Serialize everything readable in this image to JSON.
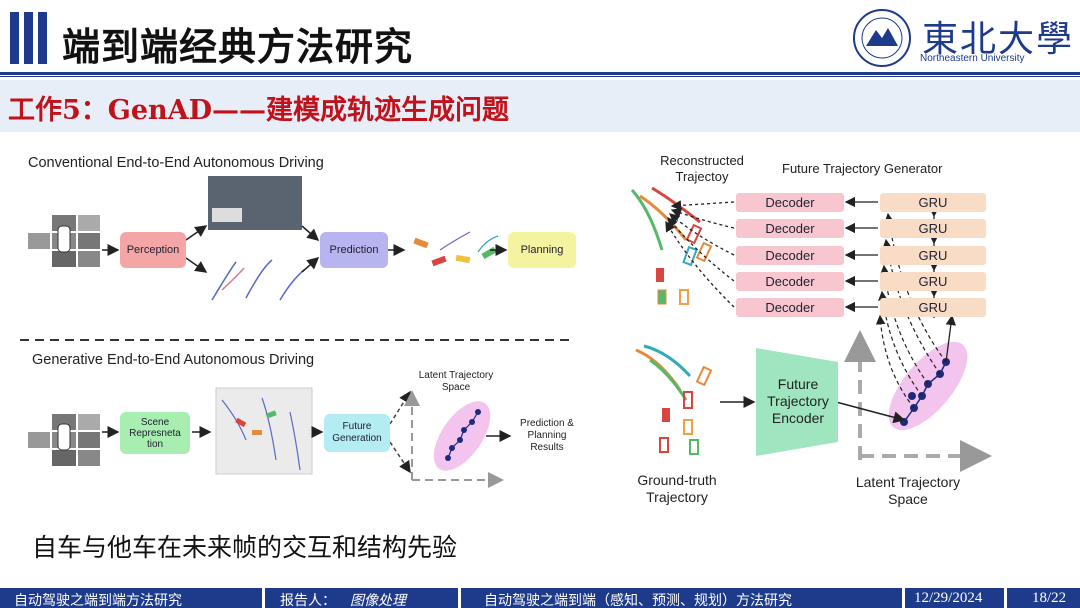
{
  "header": {
    "title": "端到端经典方法研究",
    "university_cn": "東北大學",
    "university_en": "Northeastern University"
  },
  "subtitle": "工作5：GenAD——建模成轨迹生成问题",
  "left": {
    "conventional_title": "Conventional End-to-End Autonomous Driving",
    "perception": "Perception",
    "prediction": "Prediction",
    "planning": "Planning",
    "generative_title": "Generative End-to-End Autonomous Driving",
    "scene_rep": "Scene Represneta tion",
    "future_gen": "Future Generation",
    "latent_space": "Latent Trajectory Space",
    "pred_results": "Prediction & Planning Results"
  },
  "right": {
    "reconstructed": "Reconstructed Trajectoy",
    "generator_title": "Future Trajectory Generator",
    "decoders": [
      "Decoder",
      "Decoder",
      "Decoder",
      "Decoder",
      "Decoder"
    ],
    "grus": [
      "GRU",
      "GRU",
      "GRU",
      "GRU",
      "GRU"
    ],
    "encoder": "Future Trajectory Encoder",
    "ground_truth": "Ground-truth Trajectory",
    "latent_space": "Latent Trajectory Space"
  },
  "conclusion": "自车与他车在未来帧的交互和结构先验",
  "footer": {
    "left": "自动驾驶之端到端方法研究",
    "reporter": "报告人：",
    "reporter_name": "图像处理",
    "center": "自动驾驶之端到端（感知、预测、规划）方法研究",
    "date": "12/29/2024",
    "page": "18/22"
  },
  "colors": {
    "brand": "#1e3a8a",
    "subtitle_red": "#c0121b",
    "perception_box": "#f4a6a6",
    "prediction_box": "#b7b4f0",
    "planning_box": "#f3f3a0",
    "scene_box": "#a8eeb0",
    "future_box": "#b4ecf4",
    "decoder_box": "#f8c6cf",
    "gru_box": "#f9dcc6",
    "encoder_box": "#9fe6c0"
  }
}
